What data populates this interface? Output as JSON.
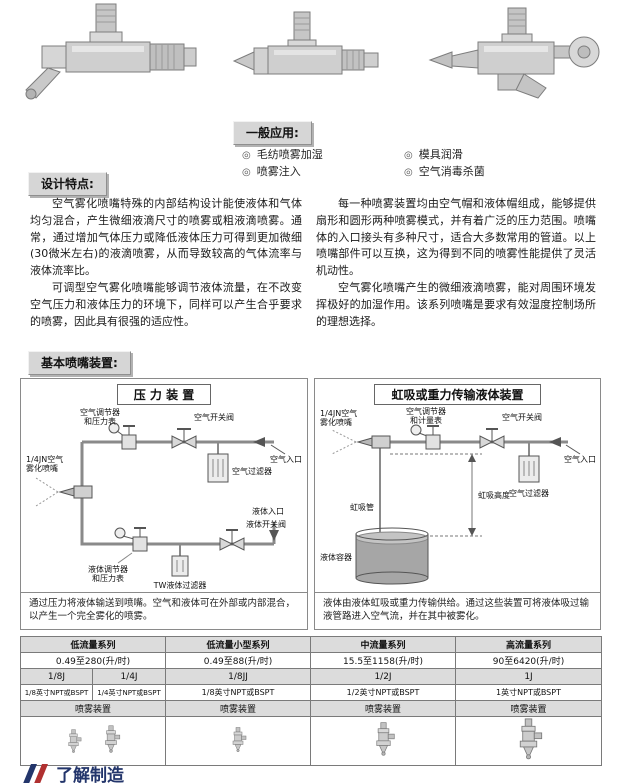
{
  "bullet": "◎",
  "sections": {
    "applications_header": "一般应用:",
    "design_header": "设计特点:",
    "basic_header": "基本喷嘴装置:"
  },
  "applications": [
    "毛纺喷雾加湿",
    "喷雾注入",
    "模具润滑",
    "空气消毒杀菌"
  ],
  "design": {
    "left_p1": "空气雾化喷嘴特殊的内部结构设计能使液体和气体均匀混合，产生微细液滴尺寸的喷雾或粗液滴喷雾。通常，通过增加气体压力或降低液体压力可得到更加微细(30微米左右)的液滴喷雾，从而导致较高的气体流率与液体流率比。",
    "left_p2": "可调型空气雾化喷嘴能够调节液体流量，在不改变空气压力和液体压力的环境下，同样可以产生合乎要求的喷雾，因此具有很强的适应性。",
    "right_p1": "每一种喷雾装置均由空气帽和液体帽组成，能够提供扇形和圆形两种喷雾模式，并有着广泛的压力范围。喷嘴体的入口接头有多种尺寸，适合大多数常用的管道。以上喷嘴部件可以互换，这为得到不同的喷雾性能提供了灵活机动性。",
    "right_p2": "空气雾化喷嘴产生的微细液滴喷雾，能对周围环境发挥极好的加湿作用。该系列喷嘴是要求有效湿度控制场所的理想选择。"
  },
  "pressure_panel": {
    "title": "压 力 装 置",
    "labels": {
      "air_regulator_1": "空气调节器",
      "air_regulator_2": "和压力表",
      "air_valve": "空气开关阀",
      "nozzle_1": "1/4JN空气",
      "nozzle_2": "雾化喷嘴",
      "air_inlet": "空气入口",
      "air_filter": "空气过滤器",
      "liquid_inlet": "液体入口",
      "liquid_regulator_1": "液体调节器",
      "liquid_regulator_2": "和压力表",
      "liquid_filter": "TW液体过滤器",
      "liquid_valve": "液体开关阀"
    },
    "caption": "通过压力将液体输送到喷嘴。空气和液体可在外部或内部混合，以产生一个完全雾化的喷雾。"
  },
  "siphon_panel": {
    "title": "虹吸或重力传输液体装置",
    "labels": {
      "air_regulator_1": "空气调节器",
      "air_regulator_2": "和计量表",
      "air_valve": "空气开关阀",
      "nozzle_1": "1/4JN空气",
      "nozzle_2": "雾化喷嘴",
      "air_inlet": "空气入口",
      "air_filter": "空气过滤器",
      "siphon_tube": "虹吸管",
      "siphon_height": "虹吸高度",
      "liquid_container": "液体容器"
    },
    "caption": "液体由液体虹吸或重力传输供给。通过这些装置可将液体吸过输液管路进入空气流，并在其中被雾化。"
  },
  "table": {
    "series": [
      {
        "name": "低流量系列",
        "range": "0.49至280(升/时)",
        "models": [
          "1/8J",
          "1/4J"
        ],
        "connections": [
          "1/8英寸NPT或BSPT",
          "1/4英寸NPT或BSPT"
        ],
        "device": "喷雾装置"
      },
      {
        "name": "低流量小型系列",
        "range": "0.49至88(升/时)",
        "models": [
          "1/8JJ"
        ],
        "connections": [
          "1/8英寸NPT或BSPT"
        ],
        "device": "喷雾装置"
      },
      {
        "name": "中流量系列",
        "range": "15.5至1158(升/时)",
        "models": [
          "1/2J"
        ],
        "connections": [
          "1/2英寸NPT或BSPT"
        ],
        "device": "喷雾装置"
      },
      {
        "name": "高流量系列",
        "range": "90至6420(升/时)",
        "models": [
          "1J"
        ],
        "connections": [
          "1英寸NPT或BSPT"
        ],
        "device": "喷雾装置"
      }
    ]
  },
  "footer": {
    "clipped_text": "了解制造"
  }
}
